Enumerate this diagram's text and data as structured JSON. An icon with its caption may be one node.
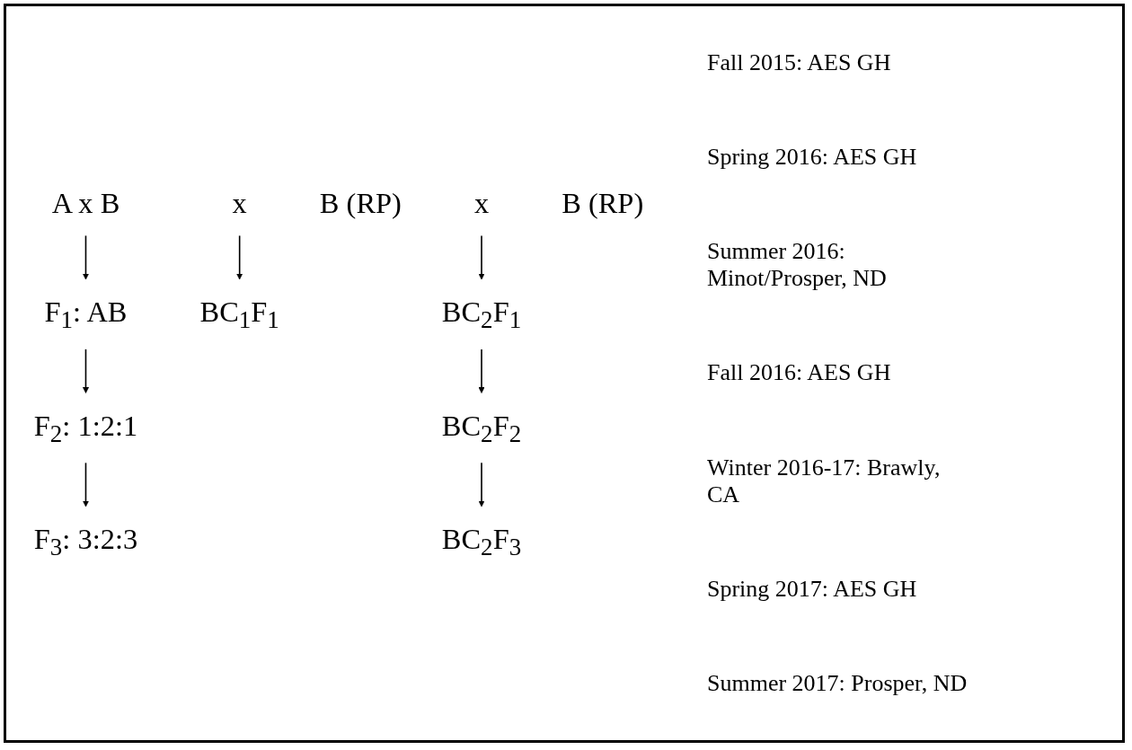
{
  "diagram": {
    "nodes": [
      {
        "text": [
          "A x B"
        ]
      },
      {
        "text": [
          "F$_{1}$: AB"
        ]
      },
      {
        "text": [
          "x"
        ]
      },
      {
        "text": [
          "B (RP)"
        ]
      },
      {
        "text": [
          "F$_{2}$: 1:2:1"
        ]
      },
      {
        "text": [
          "BC$_{1}$F$_{1}$"
        ]
      },
      {
        "text": [
          "x"
        ]
      },
      {
        "text": [
          "B (RP)"
        ]
      },
      {
        "text": [
          "BC$_{2}$F$_{1}$"
        ]
      },
      {
        "text": [
          "F$_{3}$: 3:2:3"
        ]
      },
      {
        "text": [
          "BC$_{2}$F$_{2}$"
        ]
      },
      {
        "text": [
          "BC$_{2}$F$_{3}$"
        ]
      }
    ],
    "edges": [
      {
        "from": 0,
        "to": 1,
        "arrow": "to"
      },
      {
        "from": 1,
        "to": 4,
        "arrow": "to"
      },
      {
        "from": 2,
        "to": 5,
        "arrow": "to"
      },
      {
        "from": 6,
        "to": 8,
        "arrow": "to"
      },
      {
        "from": 4,
        "to": 9,
        "arrow": "to"
      },
      {
        "from": 8,
        "to": 10,
        "arrow": "to"
      },
      {
        "from": 10,
        "to": 11,
        "arrow": "to"
      }
    ],
    "labels": [
      "Fall 2015: AES GH",
      "Spring 2016: AES GH",
      "Summer 2016: Minot/Prosper, ND",
      "Fall 2016: AES GH",
      "Winter 2016-17: Brawly, CA",
      "Spring 2017: AES GH",
      "Summer 2017: Prosper, ND"
    ]
  }
}
